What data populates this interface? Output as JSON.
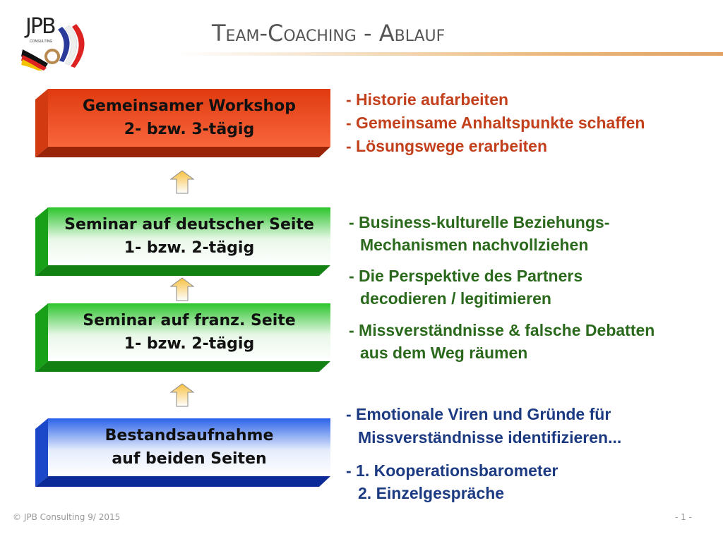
{
  "header": {
    "title": "Team-Coaching - Ablauf",
    "logo_text": "JPB",
    "logo_subtext": "CONSULTING"
  },
  "boxes": [
    {
      "line1": "Gemeinsamer Workshop",
      "line2": "2- bzw. 3-tägig",
      "color": "#e8401a"
    },
    {
      "line1": "Seminar auf deutscher Seite",
      "line2": "1- bzw. 2-tägig",
      "color": "#22b422"
    },
    {
      "line1": "Seminar auf franz. Seite",
      "line2": "1- bzw. 2-tägig",
      "color": "#22b422"
    },
    {
      "line1": "Bestandsaufnahme",
      "line2": "auf beiden Seiten",
      "color": "#1a50d8"
    }
  ],
  "workshop_points": [
    "- Historie aufarbeiten",
    "- Gemeinsame Anhaltspunkte schaffen",
    "- Lösungswege erarbeiten"
  ],
  "seminar_points": [
    {
      "l1": "- Business-kulturelle Beziehungs-",
      "l2": "Mechanismen nachvollziehen"
    },
    {
      "l1": "- Die Perspektive des Partners",
      "l2": "decodieren / legitimieren"
    },
    {
      "l1": "- Missverständnisse & falsche Debatten",
      "l2": "aus dem Weg räumen"
    }
  ],
  "assessment_points": [
    {
      "l1": "- Emotionale Viren und Gründe für",
      "l2": "Missverständnisse identifizieren..."
    },
    {
      "l1": "- 1. Kooperationsbarometer",
      "l2": "2. Einzelgespräche"
    }
  ],
  "footer": {
    "copyright": "© JPB Consulting 9/ 2015",
    "page": "- 1 -"
  }
}
